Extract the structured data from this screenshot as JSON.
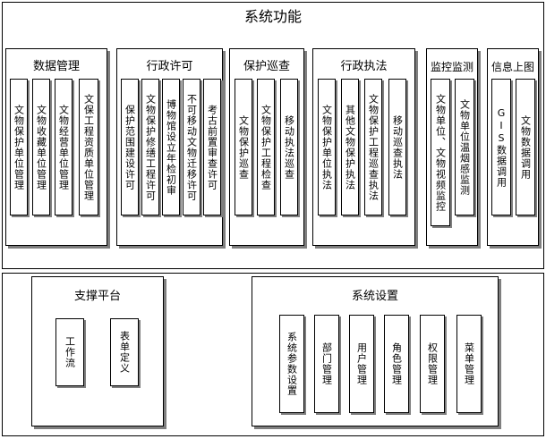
{
  "system_functions": {
    "title": "系统功能",
    "modules": [
      {
        "title": "数据管理",
        "items": [
          "文物保护单位管理",
          "文物收藏单位管理",
          "文物经营单位管理",
          "文保工程资质单位管理"
        ]
      },
      {
        "title": "行政许可",
        "items": [
          "保护范围建设许可",
          "文物保护修缮工程许可",
          "博物馆设立年检初审",
          "不可移动文物迁移许可",
          "考古前置审查许可"
        ]
      },
      {
        "title": "保护巡查",
        "items": [
          "文物保护巡查",
          "文物保护工程检查",
          "移动执法巡查"
        ]
      },
      {
        "title": "行政执法",
        "items": [
          "文物保护单位执法",
          "其他文物保护执法",
          "文物保护工程巡查执法",
          "移动巡查执法"
        ]
      },
      {
        "title": "监控监测",
        "items": [
          "文物单位、文物视频监控",
          "文物单位温烟感监测"
        ]
      },
      {
        "title": "信息上图",
        "items": [
          "GIS数据调用",
          "文物数据调用"
        ]
      }
    ]
  },
  "support_platform": {
    "title": "支撑平台",
    "items": [
      "工作流",
      "表单定义"
    ]
  },
  "system_settings": {
    "title": "系统设置",
    "items": [
      "系统参数设置",
      "部门管理",
      "用户管理",
      "角色管理",
      "权限管理",
      "菜单管理"
    ]
  }
}
